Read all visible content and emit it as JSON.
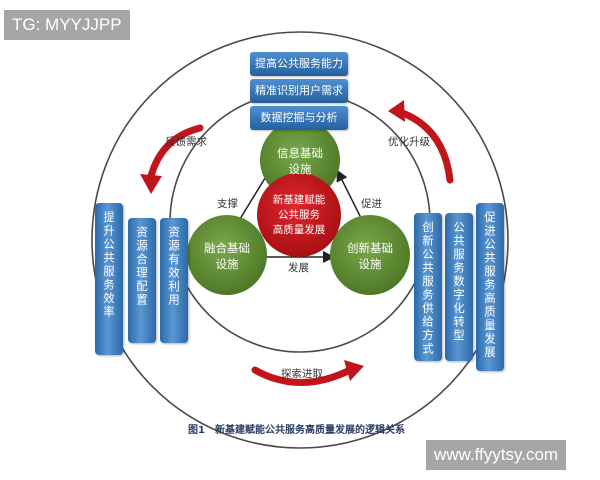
{
  "watermark_top": "TG: MYYJJPP",
  "watermark_bottom": "www.ffyytsy.com",
  "top_boxes": [
    "提高公共服务能力",
    "精准识别用户需求",
    "数据挖掘与分析"
  ],
  "left_bars": [
    "提升公共服务效率",
    "资源合理配置",
    "资源有效利用"
  ],
  "right_bars": [
    "创新公共服务供给方式",
    "公共服务数字化转型",
    "促进公共服务高质量发展"
  ],
  "arc_labels": {
    "feedback": "反馈需求",
    "optimize": "优化升级",
    "explore": "探索进取"
  },
  "nodes": {
    "top": [
      "信息基础",
      "设施"
    ],
    "left": [
      "融合基础",
      "设施"
    ],
    "right": [
      "创新基础",
      "设施"
    ],
    "center": [
      "新基建赋能",
      "公共服务",
      "高质量发展"
    ]
  },
  "edge_labels": {
    "support": "支撑",
    "promote": "促进",
    "develop": "发展"
  },
  "caption": "图1　新基建赋能公共服务高质量发展的逻辑关系",
  "colors": {
    "blue": "#2f6fb0",
    "green": "#5d8a32",
    "red": "#c2141b"
  }
}
